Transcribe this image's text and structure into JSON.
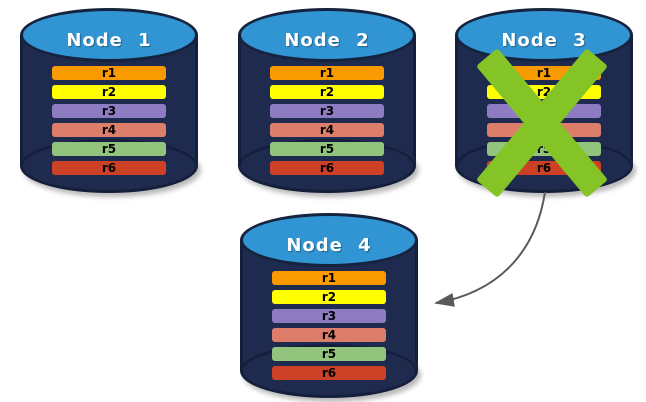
{
  "diagram": {
    "background_color": "#ffffff",
    "nodes": [
      {
        "label": "Node 1",
        "failed": false
      },
      {
        "label": "Node 2",
        "failed": false
      },
      {
        "label": "Node 3",
        "failed": true
      },
      {
        "label": "Node 4",
        "failed": false
      }
    ],
    "rows": [
      {
        "label": "r1",
        "color": "#f89a00"
      },
      {
        "label": "r2",
        "color": "#ffff00"
      },
      {
        "label": "r3",
        "color": "#8e7cc3"
      },
      {
        "label": "r4",
        "color": "#dd7e6b"
      },
      {
        "label": "r5",
        "color": "#93c47d"
      },
      {
        "label": "r6",
        "color": "#cc4125"
      }
    ],
    "colors": {
      "cylinder_body": "#1f2b4e",
      "cylinder_outline": "#141f3c",
      "cylinder_top": "#3095d2",
      "node_label_text": "#ffffff",
      "row_label_text": "#000000",
      "failure_x": "#84c426",
      "arrow": "#595959"
    },
    "arrow": {
      "from": "Node 3",
      "to": "Node 4"
    }
  }
}
